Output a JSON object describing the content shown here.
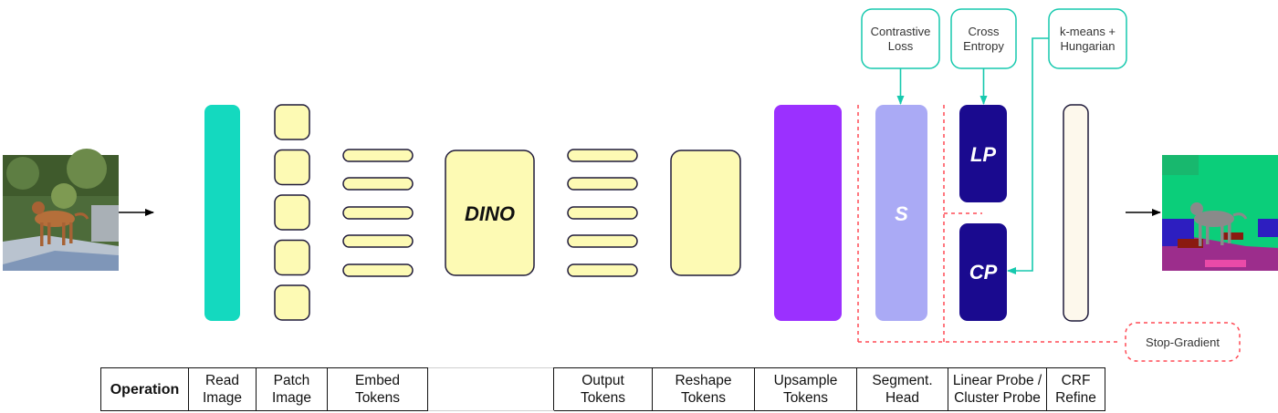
{
  "colors": {
    "token_fill": "#fdfab4",
    "token_stroke": "#1f1a3a",
    "read_image": "#14d9bf",
    "upsample": "#9b30ff",
    "seg_head": "#aaaaf5",
    "probe": "#1a0a8f",
    "crf": "#fdf8ec",
    "loss_stroke": "#16c9ae",
    "stop_grad": "#ff4a55"
  },
  "icons": [
    "dog-photo-thumbnail",
    "segmentation-output-thumbnail",
    "arrow-right-icon"
  ],
  "blocks": {
    "dino": "DINO",
    "segment_head": "S",
    "linear_probe": "LP",
    "cluster_probe": "CP"
  },
  "losses": {
    "contrastive": [
      "Contrastive",
      "Loss"
    ],
    "cross_entropy": [
      "Cross",
      "Entropy"
    ],
    "kmeans": [
      "k-means +",
      "Hungarian"
    ]
  },
  "stop_gradient": "Stop-Gradient",
  "table": {
    "header": "Operation",
    "columns": [
      [
        "Read",
        "Image"
      ],
      [
        "Patch",
        "Image"
      ],
      [
        "Embed",
        "Tokens"
      ],
      [
        "",
        ""
      ],
      [
        "Output",
        "Tokens"
      ],
      [
        "Reshape",
        "Tokens"
      ],
      [
        "Upsample",
        "Tokens"
      ],
      [
        "Segment.",
        "Head"
      ],
      [
        "Linear Probe /",
        "Cluster Probe"
      ],
      [
        "CRF",
        "Refine"
      ]
    ]
  }
}
